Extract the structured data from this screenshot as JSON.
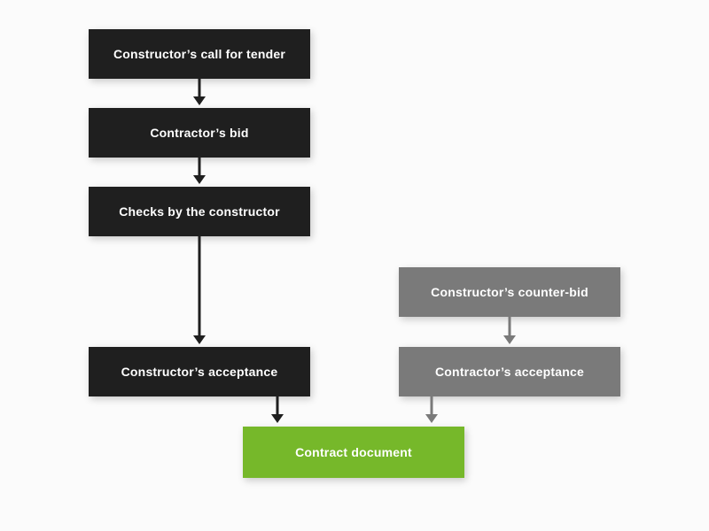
{
  "diagram": {
    "background": "#fbfbfb",
    "text_color": "#ffffff",
    "colors": {
      "dark": "#1f1f1f",
      "gray": "#7a7a7a",
      "green": "#76b82a"
    },
    "nodes": {
      "call_for_tender": {
        "label": "Constructor’s call for tender",
        "color": "#1f1f1f"
      },
      "contractors_bid": {
        "label": "Contractor’s bid",
        "color": "#1f1f1f"
      },
      "checks": {
        "label": "Checks by the constructor",
        "color": "#1f1f1f"
      },
      "constructors_acceptance": {
        "label": "Constructor’s acceptance",
        "color": "#1f1f1f"
      },
      "counter_bid": {
        "label": "Constructor’s counter-bid",
        "color": "#7a7a7a"
      },
      "contractors_acceptance": {
        "label": "Contractor’s acceptance",
        "color": "#7a7a7a"
      },
      "contract_document": {
        "label": "Contract document",
        "color": "#76b82a"
      }
    },
    "edges": [
      {
        "from": "call_for_tender",
        "to": "contractors_bid",
        "color": "#1f1f1f"
      },
      {
        "from": "contractors_bid",
        "to": "checks",
        "color": "#1f1f1f"
      },
      {
        "from": "checks",
        "to": "constructors_acceptance",
        "color": "#1f1f1f"
      },
      {
        "from": "constructors_acceptance",
        "to": "contract_document",
        "color": "#1f1f1f"
      },
      {
        "from": "counter_bid",
        "to": "contractors_acceptance",
        "color": "#7a7a7a"
      },
      {
        "from": "contractors_acceptance",
        "to": "contract_document",
        "color": "#7a7a7a"
      }
    ]
  }
}
